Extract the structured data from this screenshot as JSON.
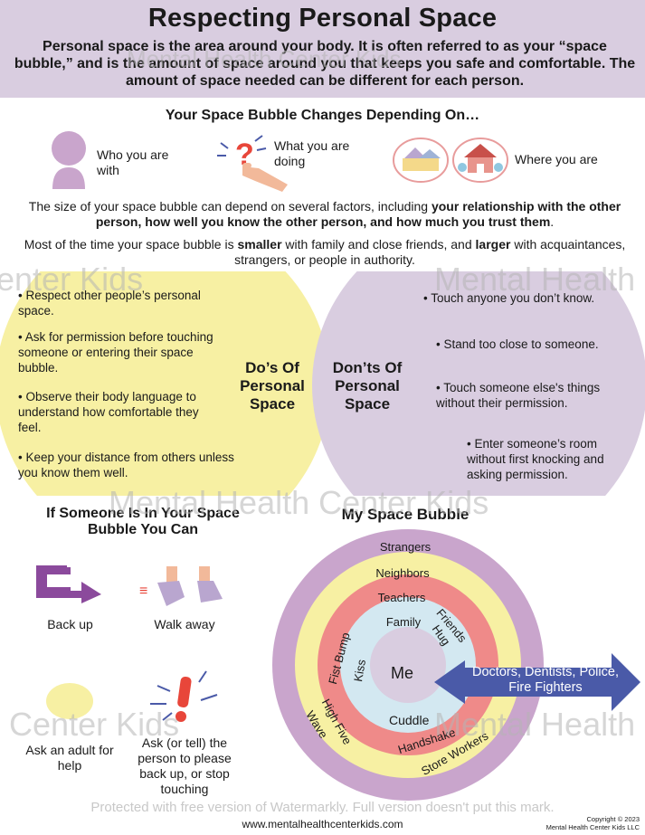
{
  "header": {
    "title": "Respecting Personal Space",
    "intro": "Personal space is the area around your body.  It is often referred to as your “space bubble,” and is the amount of space around you that keeps you safe and comfortable.  The amount of space needed can be different for each person."
  },
  "changes": {
    "heading": "Your Space Bubble Changes Depending On…",
    "items": [
      {
        "label": "Who you are with"
      },
      {
        "label": "What you are doing"
      },
      {
        "label": "Where you are"
      }
    ],
    "para1_a": "The size of your space bubble can depend on several factors, including ",
    "para1_b": "your relationship with the other person, how well you know the other person, and how much you trust them",
    "para1_c": ".",
    "para2_a": "Most of the time your space bubble is ",
    "para2_b": "smaller",
    "para2_c": " with family and close friends, and ",
    "para2_d": "larger",
    "para2_e": " with acquaintances, strangers, or people in authority."
  },
  "venn": {
    "dos_title": "Do’s Of Personal Space",
    "donts_title": "Don’ts Of Personal Space",
    "dos": [
      "• Respect other people’s personal space.",
      "• Ask for permission before touching someone or entering their space bubble.",
      "• Observe their body language to understand how comfortable they feel.",
      "• Keep your distance from others unless you know them well."
    ],
    "donts": [
      "• Touch anyone you don’t know.",
      "• Stand too close to someone.",
      "• Touch someone else's things without their permission.",
      "• Enter someone’s room without first knocking and asking permission."
    ],
    "dos_color": "#f7f0a3",
    "donts_color": "#d9cde0"
  },
  "if_someone": {
    "heading": "If Someone Is In Your Space Bubble You Can",
    "actions": [
      {
        "label": "Back up"
      },
      {
        "label": "Walk away"
      },
      {
        "label": "Ask an adult for help"
      },
      {
        "label": "Ask (or tell) the person to please back up, or stop touching"
      }
    ]
  },
  "bubble": {
    "heading": "My Space Bubble",
    "center": "Me",
    "ring_family": [
      "Family",
      "Hug",
      "Kiss",
      "Cuddle"
    ],
    "ring_teachers": [
      "Teachers",
      "Friends",
      "Fist Bump",
      "High Five",
      "Handshake"
    ],
    "ring_neighbors": [
      "Neighbors",
      "Wave",
      "Store Workers"
    ],
    "ring_strangers": [
      "Strangers"
    ],
    "arrow_label": "Doctors, Dentists, Police, Fire Fighters",
    "colors": {
      "outer": "#c9a5cc",
      "yellow": "#f7f0a3",
      "red": "#ef8a89",
      "blue": "#d3e8f1",
      "center": "#d9cde0",
      "arrow": "#4a5aa8"
    }
  },
  "footer": {
    "watermark_note": "Protected with free version of Watermarkly. Full version doesn't put this mark.",
    "website": "www.mentalhealthcenterkids.com",
    "copyright_1": "Copyright © 2023",
    "copyright_2": "Mental Health Center Kids LLC"
  },
  "watermarks": [
    "Mental Health Center Kids",
    "Center Kids",
    "Mental Health",
    "Mental Health Center Kids",
    "h Center Kids",
    "Mental Health"
  ]
}
